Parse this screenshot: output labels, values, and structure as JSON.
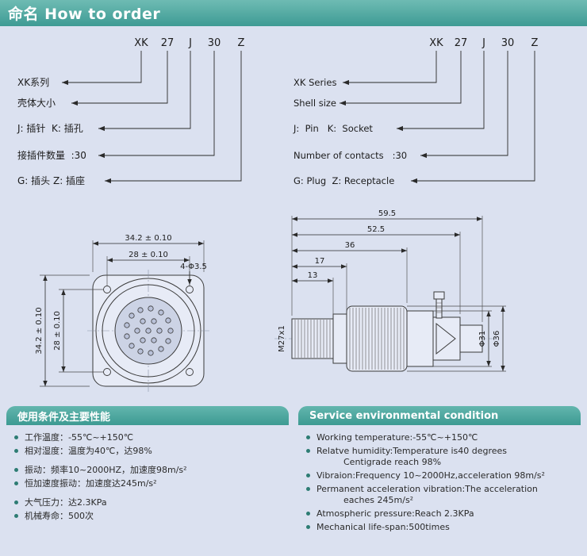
{
  "header": {
    "title": "命名 How to order"
  },
  "order_left": {
    "code": [
      "XK",
      "27",
      "J",
      "30",
      "Z"
    ],
    "labels": [
      "XK系列",
      "壳体大小",
      "J: 插针  K: 插孔",
      "接插件数量  :30",
      "G: 插头 Z: 插座"
    ]
  },
  "order_right": {
    "code": [
      "XK",
      "27",
      "J",
      "30",
      "Z"
    ],
    "labels": [
      "XK Series",
      "Shell size",
      "J:  Pin   K:  Socket",
      "Number of contacts   :30",
      "G: Plug  Z: Receptacle"
    ]
  },
  "front_view": {
    "dim_width_outer": "34.2 ± 0.10",
    "dim_width_inner": "28 ± 0.10",
    "dim_holes": "4-Φ3.5",
    "dim_height_outer": "34.2 ± 0.10",
    "dim_height_inner": "28 ± 0.10"
  },
  "side_view": {
    "dim_total": "59.5",
    "dim_52": "52.5",
    "dim_36": "36",
    "dim_17": "17",
    "dim_13": "13",
    "thread": "M27x1",
    "dia_inner": "Φ31",
    "dia_outer": "Φ36"
  },
  "conditions_left": {
    "title": "使用条件及主要性能",
    "items": [
      "工作温度：-55℃~+150℃",
      "相对湿度：温度为40℃，达98%",
      "振动：频率10~2000HZ，加速度98m/s²",
      "恒加速度振动：加速度达245m/s²",
      "大气压力：达2.3KPa",
      "机械寿命：500次"
    ]
  },
  "conditions_right": {
    "title": "Service environmental condition",
    "items": [
      {
        "line1": "Working temperature:-55℃~+150℃"
      },
      {
        "line1": "Relatve humidity:Temperature is40 degrees",
        "line2": "Centigrade reach 98%"
      },
      {
        "line1": "Vibraion:Frequency 10~2000Hz,acceleration 98m/s²"
      },
      {
        "line1": "Permanent acceleration vibration:The acceleration",
        "line2": "eaches 245m/s²"
      },
      {
        "line1": "Atmospheric pressure:Reach 2.3KPa"
      },
      {
        "line1": "Mechanical life-span:500times"
      }
    ]
  }
}
